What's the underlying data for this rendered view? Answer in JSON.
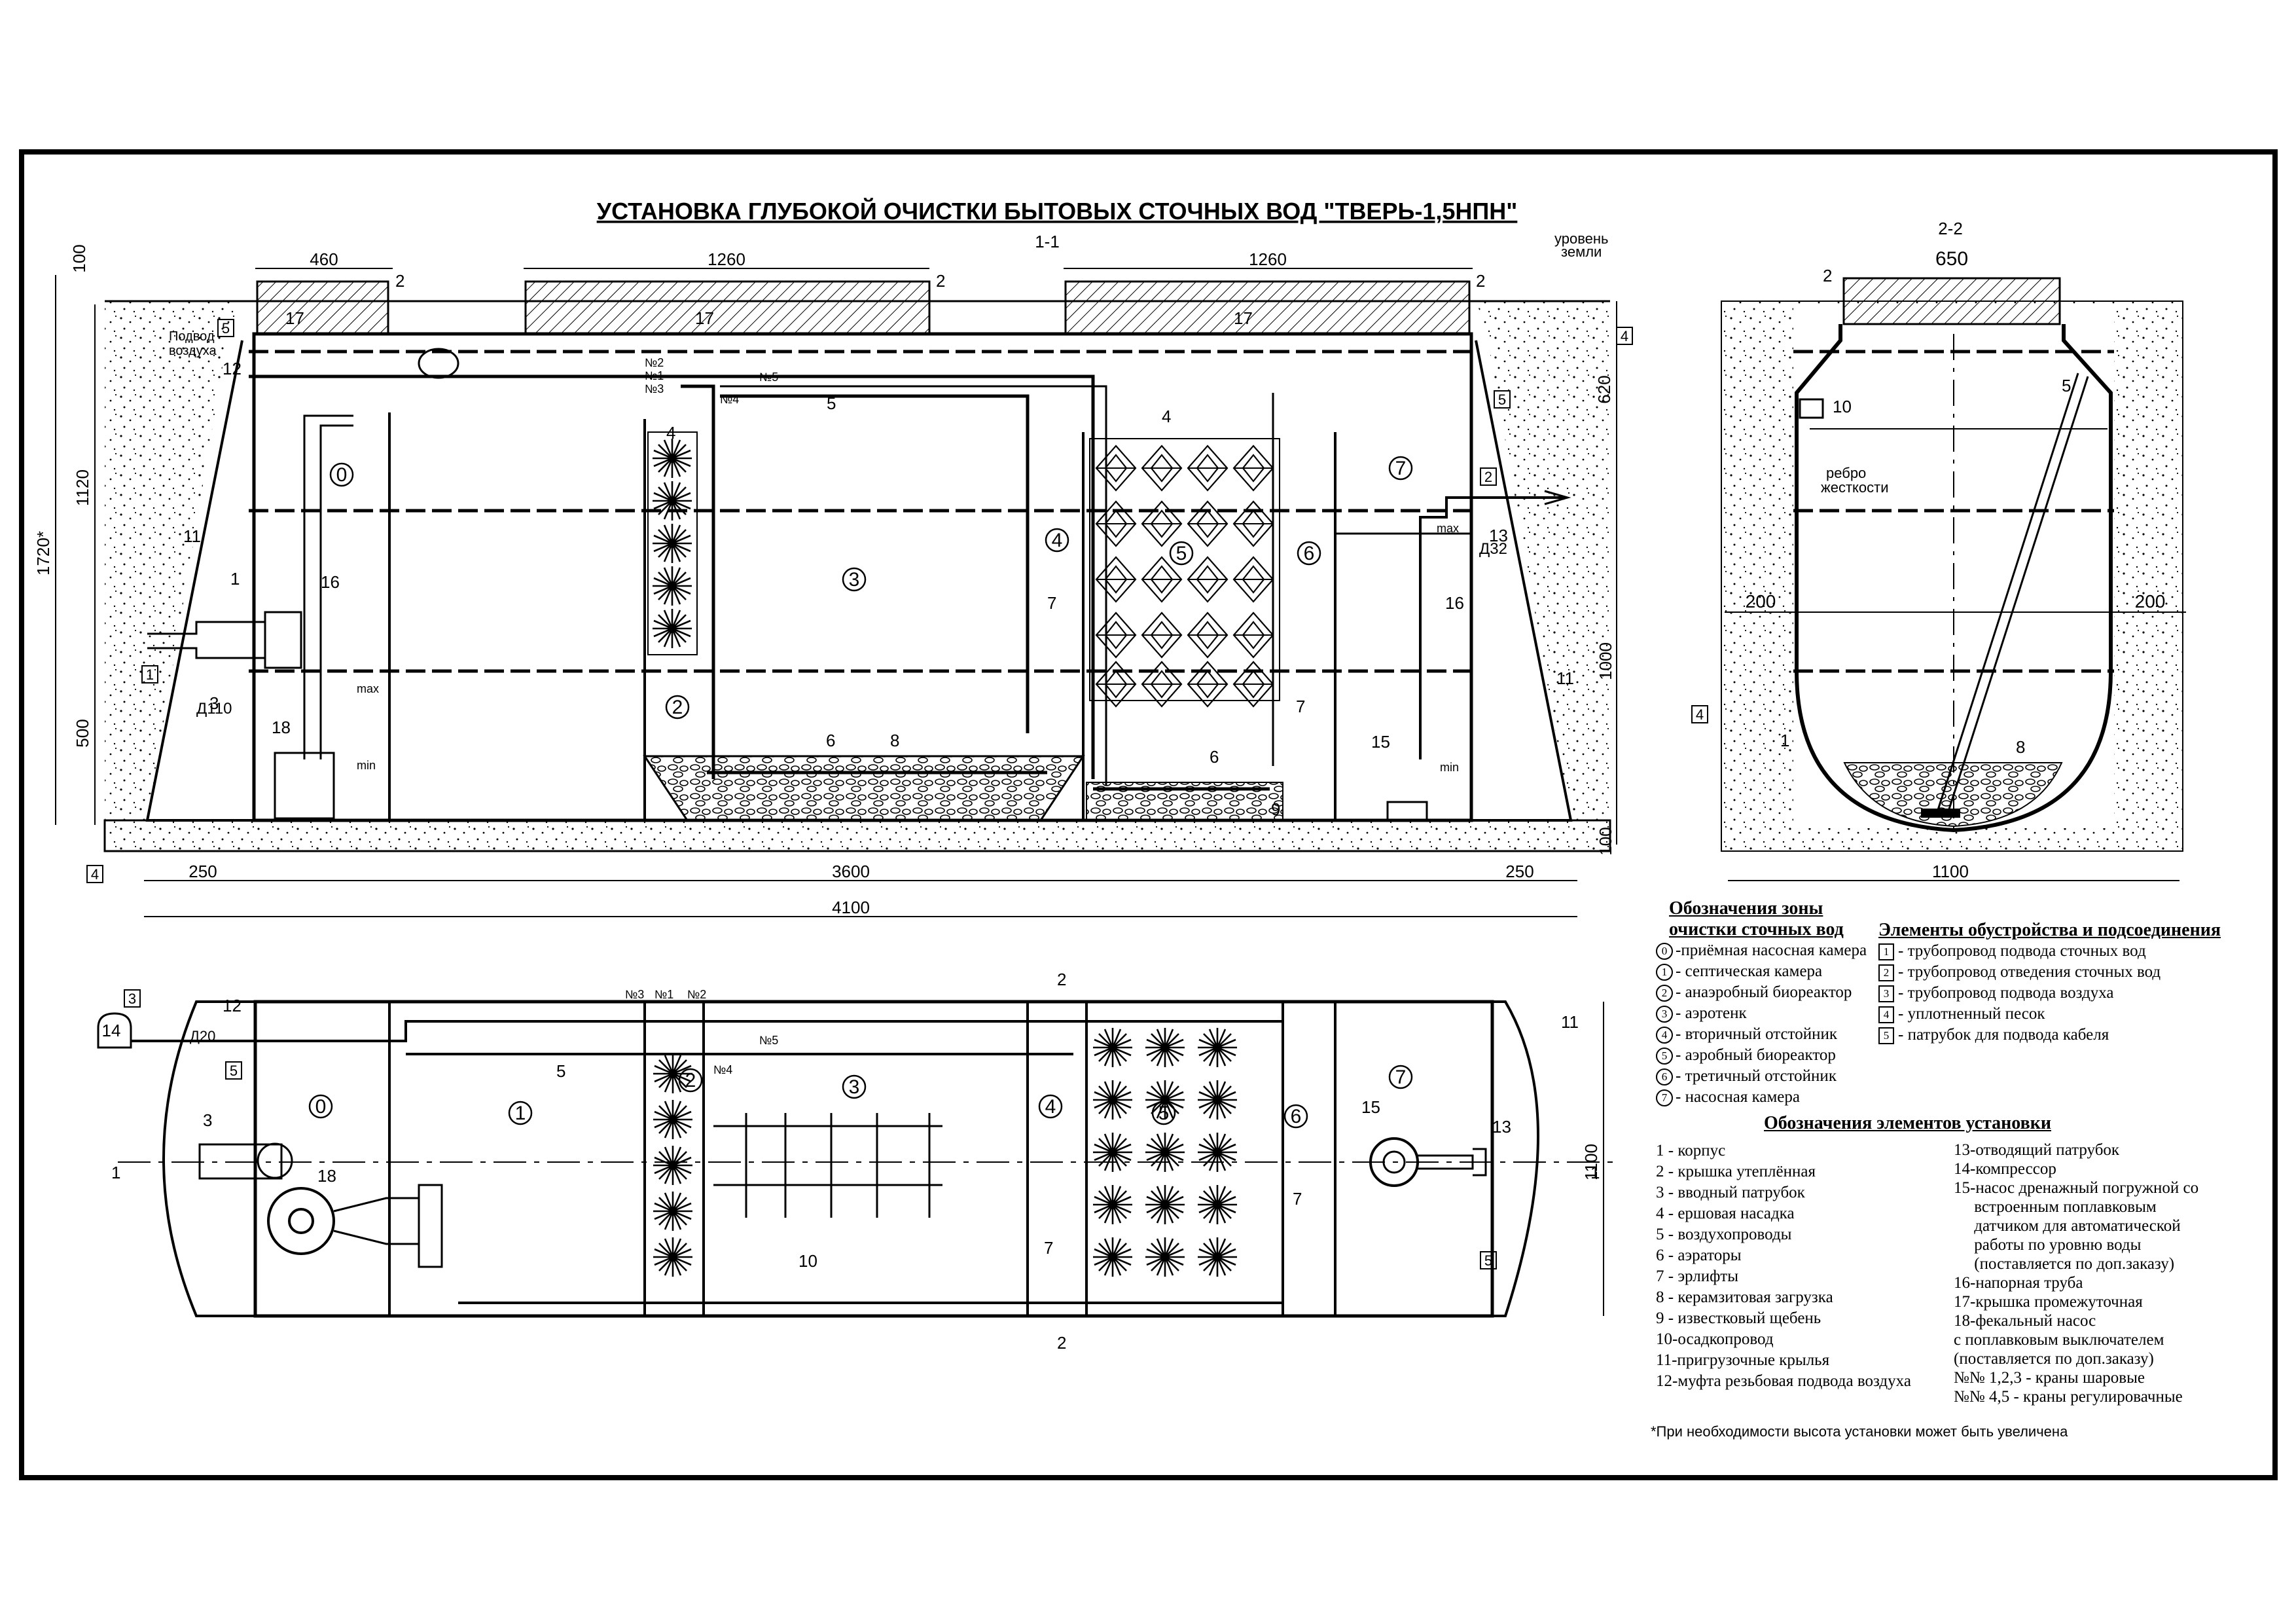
{
  "title": "УСТАНОВКА ГЛУБОКОЙ ОЧИСТКИ БЫТОВЫХ СТОЧНЫХ ВОД \"ТВЕРЬ-1,5НПН\"",
  "section_1_label": "1-1",
  "section_2_label": "2-2",
  "ground_level_label": [
    "уровень",
    "земли"
  ],
  "air_supply_label": [
    "Подвод",
    "воздуха"
  ],
  "rib_label": [
    "ребро",
    "жесткости"
  ],
  "dimensions": {
    "d460": "460",
    "d1260a": "1260",
    "d1260b": "1260",
    "d250l": "250",
    "d3600": "3600",
    "d250r": "250",
    "d4100": "4100",
    "d100top": "100",
    "d1720": "1720*",
    "d1120": "1120",
    "d500": "500",
    "d620": "620",
    "d1000": "1000",
    "d100bot": "100",
    "d650": "650",
    "d200l": "200",
    "d200r": "200",
    "d1100": "1100",
    "d1100plan": "1100",
    "d110": "Д110",
    "d32": "Д32",
    "d20": "Д20"
  },
  "valve_labels": [
    "№2",
    "№1",
    "№3",
    "№4",
    "№5"
  ],
  "level_labels": {
    "max": "max",
    "min": "min"
  },
  "zones_header": [
    "Обозначения зоны",
    "очистки сточных вод"
  ],
  "zones": [
    {
      "n": "0",
      "text": "-приёмная  насосная камера"
    },
    {
      "n": "1",
      "text": "- септическая камера"
    },
    {
      "n": "2",
      "text": "- анаэробный биореактор"
    },
    {
      "n": "3",
      "text": "- аэротенк"
    },
    {
      "n": "4",
      "text": "- вторичный отстойник"
    },
    {
      "n": "5",
      "text": "- аэробный биореактор"
    },
    {
      "n": "6",
      "text": "- третичный отстойник"
    },
    {
      "n": "7",
      "text": "- насосная камера"
    }
  ],
  "connections_header": "Элементы обустройства и подсоединения",
  "connections": [
    {
      "n": "1",
      "text": "- трубопровод подвода сточных вод"
    },
    {
      "n": "2",
      "text": "- трубопровод отведения сточных вод"
    },
    {
      "n": "3",
      "text": "- трубопровод подвода воздуха"
    },
    {
      "n": "4",
      "text": "- уплотненный песок"
    },
    {
      "n": "5",
      "text": "- патрубок для подвода кабеля"
    }
  ],
  "elements_header": "Обозначения элементов установки",
  "elements_left": [
    "1 - корпус",
    "2 - крышка утеплённая",
    "3 - вводный патрубок",
    "4 - ершовая насадка",
    "5 - воздухопроводы",
    "6 - аэраторы",
    "7 - эрлифты",
    "8 - керамзитовая загрузка",
    "9 - известковый щебень",
    "10-осадкопровод",
    "11-пригрузочные крылья",
    "12-муфта резьбовая подвода воздуха"
  ],
  "elements_right": [
    "13-отводящий патрубок",
    "14-компрессор",
    "15-насос дренажный  погружной со",
    "     встроенным поплавковым",
    "     датчиком для автоматической",
    "     работы по уровню воды",
    "     (поставляется по доп.заказу)",
    "16-напорная труба",
    "17-крышка промежуточная",
    "18-фекальный насос",
    "с поплавковым выключателем",
    "(поставляется по доп.заказу)",
    "№№ 1,2,3 - краны шаровые",
    "№№ 4,5 - краны регулировачные"
  ],
  "footnote": "*При необходимости высота установки может быть увеличена"
}
